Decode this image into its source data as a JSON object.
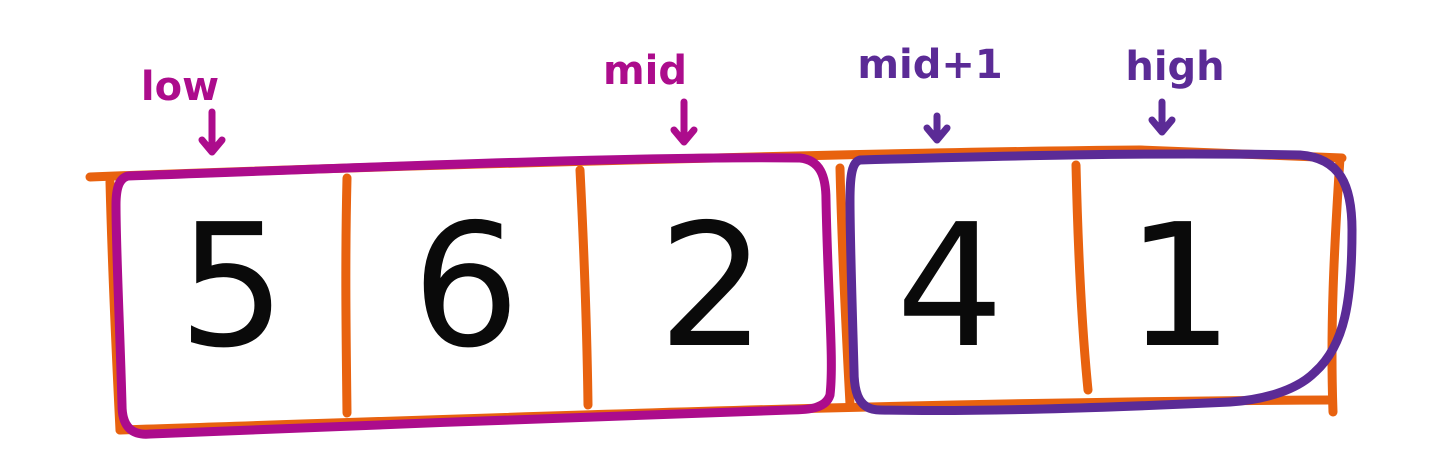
{
  "colors": {
    "array_outline": "#E8620F",
    "left_half": "#AC0C8C",
    "right_half": "#5B2B96",
    "digits": "#0A0A0A"
  },
  "cells": [
    "5",
    "6",
    "2",
    "4",
    "1"
  ],
  "pointers": [
    {
      "label": "low",
      "cell": 0,
      "half": "left"
    },
    {
      "label": "mid",
      "cell": 2,
      "half": "left"
    },
    {
      "label": "mid+1",
      "cell": 3,
      "half": "right"
    },
    {
      "label": "high",
      "cell": 4,
      "half": "right"
    }
  ]
}
